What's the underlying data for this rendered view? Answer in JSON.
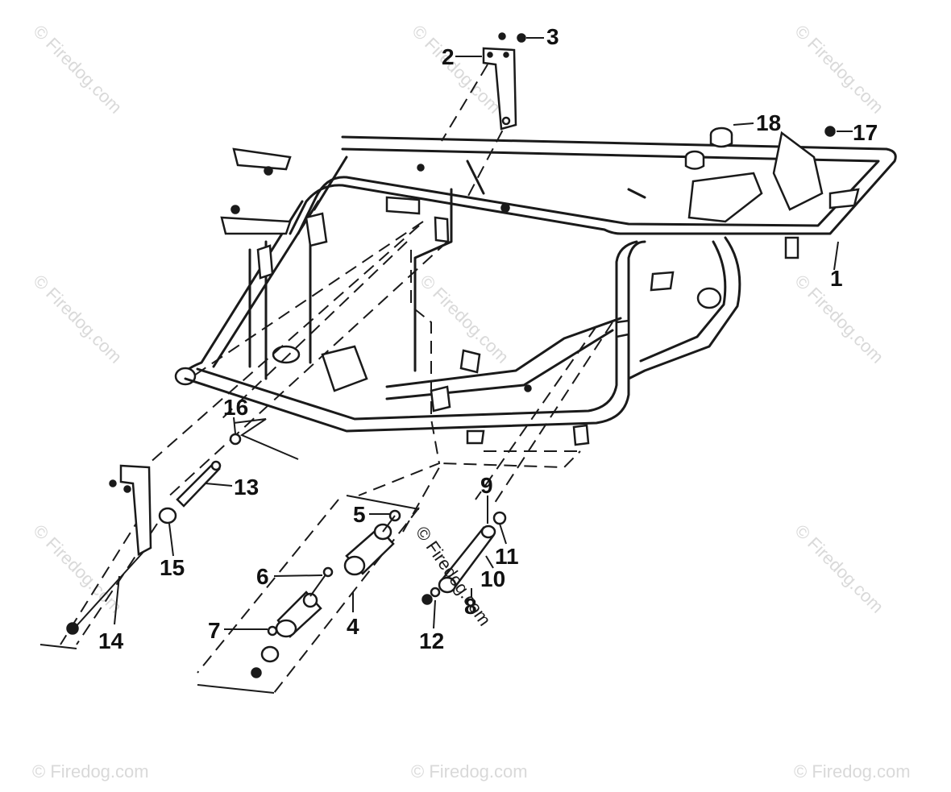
{
  "watermark": {
    "text": "© Firedog.com",
    "center_text": "© Firedog.com"
  },
  "callouts": [
    {
      "id": "1",
      "label": "1"
    },
    {
      "id": "2",
      "label": "2"
    },
    {
      "id": "3",
      "label": "3"
    },
    {
      "id": "4",
      "label": "4"
    },
    {
      "id": "5",
      "label": "5"
    },
    {
      "id": "6",
      "label": "6"
    },
    {
      "id": "7",
      "label": "7"
    },
    {
      "id": "8",
      "label": "8"
    },
    {
      "id": "9",
      "label": "9"
    },
    {
      "id": "10",
      "label": "10"
    },
    {
      "id": "11",
      "label": "11"
    },
    {
      "id": "12",
      "label": "12"
    },
    {
      "id": "13",
      "label": "13"
    },
    {
      "id": "14",
      "label": "14"
    },
    {
      "id": "15",
      "label": "15"
    },
    {
      "id": "16",
      "label": "16"
    },
    {
      "id": "17",
      "label": "17"
    },
    {
      "id": "18",
      "label": "18"
    }
  ]
}
